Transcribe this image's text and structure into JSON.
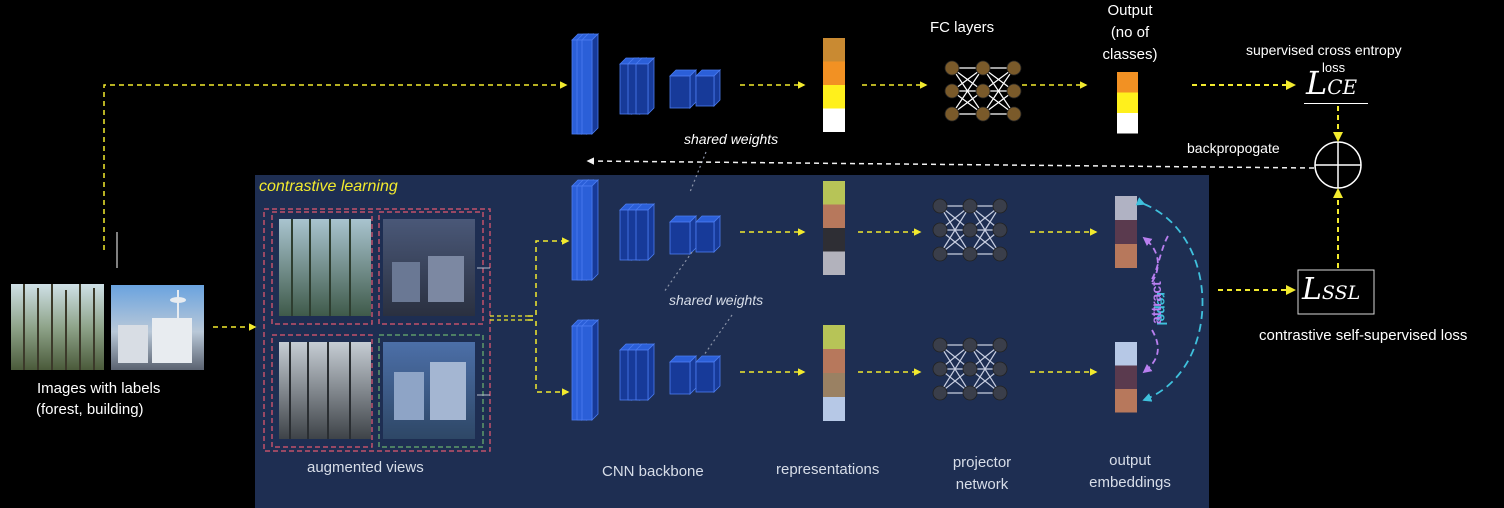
{
  "labels": {
    "fc_layers": "FC layers",
    "output_line1": "Output",
    "output_line2": "(no of",
    "output_line3": "classes)",
    "supervised_loss_line1": "supervised cross entropy",
    "supervised_loss_line2": "loss",
    "loss_ce_symbol": "L",
    "loss_ce_sub": "CE",
    "shared_weights_top": "shared weights",
    "backpropogate": "backpropogate",
    "contrastive_learning": "contrastive learning",
    "shared_weights_mid": "shared weights",
    "loss_ssl_symbol": "L",
    "loss_ssl_sub": "SSL",
    "contrastive_loss": "contrastive self-supervised loss",
    "images_line1": "Images with labels",
    "images_line2": "(forest, building)",
    "augmented_views": "augmented views",
    "cnn_backbone": "CNN backbone",
    "representations": "representations",
    "projector_line1": "projector",
    "projector_line2": "network",
    "embeddings_line1": "output",
    "embeddings_line2": "embeddings",
    "repel": "repel",
    "attract": "attract"
  },
  "colors": {
    "arrow": "#f2ea2e",
    "panel": "#1e2e52",
    "cnn_front": "#2b5fd8",
    "cnn_side": "#173a99",
    "repel": "#3fc1dd",
    "attract": "#b97ff0",
    "view_frame_red": "#c0506a",
    "view_frame_green": "#5d9a6a",
    "vec_top": [
      "#c98a32",
      "#f29123",
      "#fff01c",
      "#ffffff"
    ],
    "out_top": [
      "#f29123",
      "#fff01c",
      "#ffffff"
    ],
    "vec_mid": [
      "#b7c457",
      "#b7785c",
      "#2e2e34",
      "#b2b2bc"
    ],
    "vec_bot": [
      "#b7c457",
      "#b7785c",
      "#9a8163",
      "#b6c8e6"
    ],
    "emb_mid": [
      "#b0b2c3",
      "#5a3a4e",
      "#b7785c"
    ],
    "emb_bot": [
      "#b6c8e6",
      "#5a3a4e",
      "#b7785c"
    ]
  }
}
